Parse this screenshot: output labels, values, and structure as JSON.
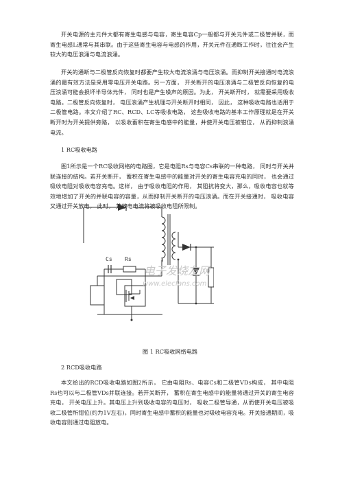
{
  "paragraphs": {
    "p1": "开关电源的主元件大都有寄生电感与电容，寄生电容Cp一般都与开关元件或二极管并联，而寄生电感L通常与其串联。由于这些寄生电容与电感的作用，开关元件在通断工作时，往往会产生较大的电压浪涌与电流浪涌。",
    "p2": "开关的通断与二极管反向恢复时都要产生较大电流浪涌与电压浪涌。而抑制开关接通时电流浪涌的最有效方法是采用零电压开关电路。另一方面， 开关断开的电压浪涌与二极管反向恢复的电压浪涌可能会损坏半导体元件， 同时也是产生噪声的原因。为此， 开关断开时， 就需要采用吸收电路。二极管反向恢复时， 电压浪涌产生机理与开关断开时相同， 因此， 这种吸收电路也适用于二极管电路。本文介绍了RC、RCD、LC等吸收电路， 这些吸收电路的基本工作原理就是在开关断开时为开关提供旁路， 以吸收蓄积在寄生电感中的能量，并使开关电压被钳位， 从而抑制浪涌电流。",
    "h1": "1 RC吸收电路",
    "p3": "图1所示是一个RC吸收网络的电路图，它是电阻Rs与电容Cs串联的一种电路， 同时与开关并联连接的结构。若开关断开， 蓄积在寄生电感中的能量对开关的寄生电容充电的同时， 也会通过吸收电阻对吸收电容充电。这样， 由于吸收电阻的作用， 其阻抗将变大，那么，吸收电容也就等效地增加了开关的并联电容的容量，从而抑制开关断开的电压浪涌。而在开关接通时， 吸收电容又通过开关放电， 此时， 其放电电流将被吸收电阻所限制。",
    "caption": "图 1 RC吸收网络电路",
    "h2": "2 RCD吸收电路",
    "p4": "本文给出的RCD吸收电路如图2所示， 它由电阻Rs、电容Cs和二极管VDs构成， 其中电阻Rs也可以与二极管VDs并联连接。若开关断开， 蓄积在寄生电感中的能量将通过开关的寄生电容充电， 开关电压上升。其电压上升到吸收电容的电压时， 吸收二极管导通，从而使开关电压被吸收二极管所钳位(约为1V左右)，同时寄生电感中蓄积的能量也对吸收电容充电。开关接通期间，吸收电容则通过电阻放电。"
  },
  "figure": {
    "labels": {
      "cs": "Cs",
      "rs": "Rs"
    },
    "watermark": {
      "line1": "电子发烧友网",
      "line2": "www.elecfans.com"
    },
    "colors": {
      "line": "#333333",
      "watermark": "#c8c8c8"
    }
  }
}
